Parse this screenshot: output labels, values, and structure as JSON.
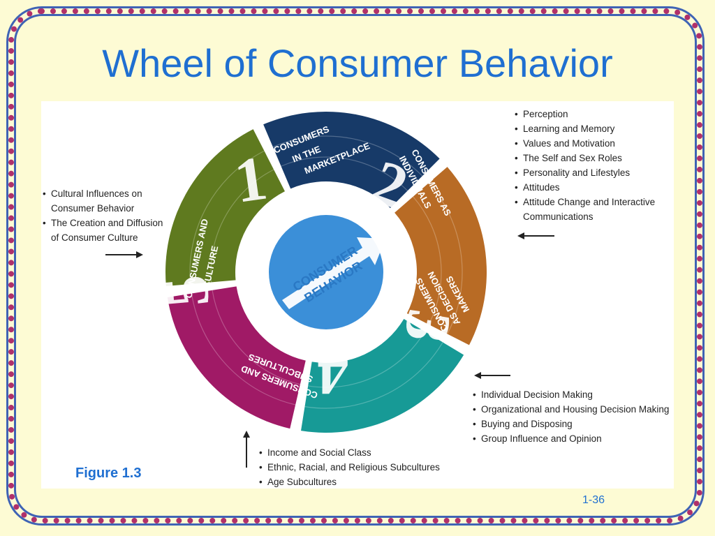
{
  "slide": {
    "title": "Wheel of Consumer Behavior",
    "figure_label": "Figure 1.3",
    "slide_number": "1-36"
  },
  "wheel": {
    "center": {
      "line1": "CONSUMER",
      "line2": "BEHAVIOR",
      "color": "#3b8fd8"
    },
    "segments": [
      {
        "number": "1",
        "line1": "CONSUMERS",
        "line2": "IN THE",
        "line3": "MARKETPLACE",
        "color": "#173a68"
      },
      {
        "number": "2",
        "line1": "CONSUMERS AS",
        "line2": "INDIVIDUALS",
        "color": "#b86b25"
      },
      {
        "number": "3",
        "line1": "CONSUMERS",
        "line2": "AS DECISION",
        "line3": "MAKERS",
        "color": "#179a96"
      },
      {
        "number": "4",
        "line1": "CONSUMERS AND",
        "line2": "SUBCULTURES",
        "color": "#a01a66"
      },
      {
        "number": "5",
        "line1": "CONSUMERS AND",
        "line2": "CULTURE",
        "color": "#5f7a1f"
      }
    ]
  },
  "lists": {
    "individuals": [
      "Perception",
      "Learning and Memory",
      "Values and Motivation",
      "The Self and Sex Roles",
      "Personality and Lifestyles",
      "Attitudes",
      "Attitude Change and Interactive Communications"
    ],
    "culture": [
      "Cultural Influences on Consumer Behavior",
      "The Creation and Diffusion of Consumer Culture"
    ],
    "decision": [
      "Individual Decision Making",
      "Organizational and Housing Decision Making",
      "Buying and Disposing",
      "Group Influence and Opinion"
    ],
    "subcultures": [
      "Income and Social Class",
      "Ethnic, Racial, and Religious Subcultures",
      "Age Subcultures"
    ]
  }
}
